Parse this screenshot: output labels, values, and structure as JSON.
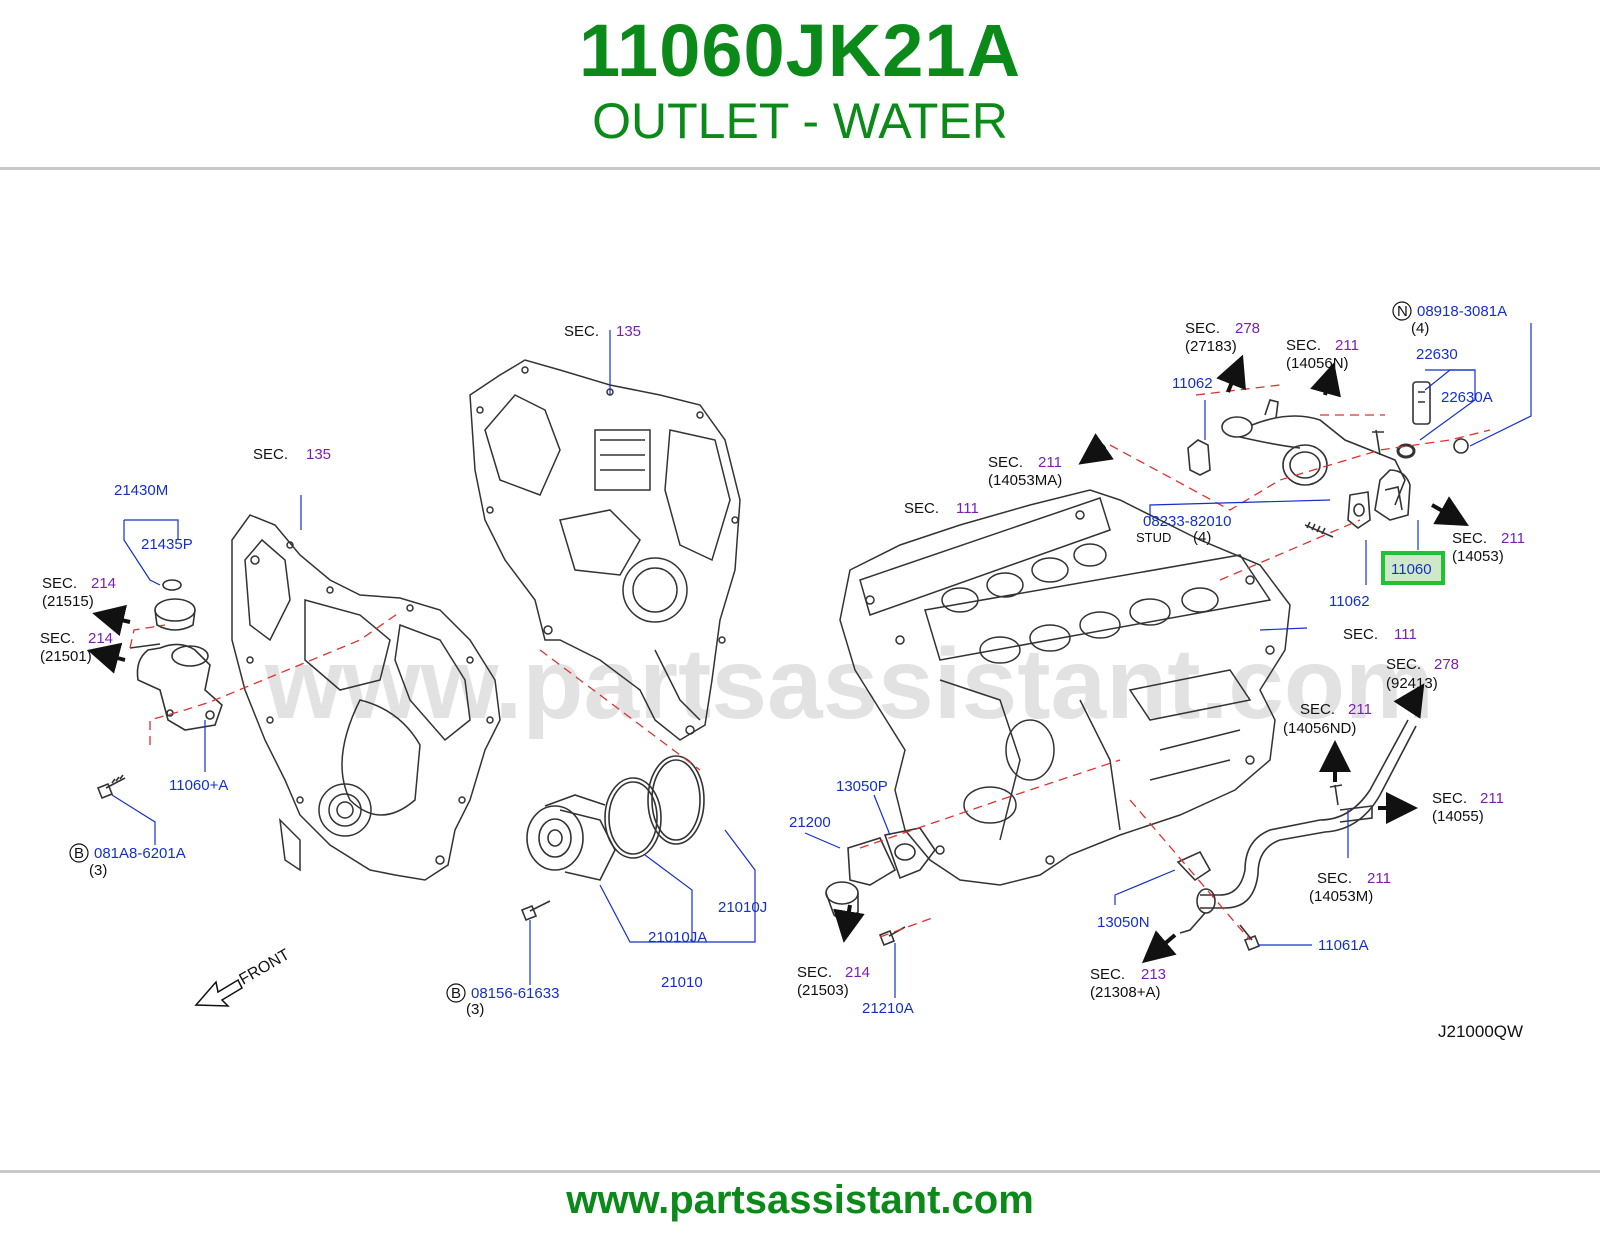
{
  "header": {
    "part_number": "11060JK21A",
    "description": "OUTLET - WATER"
  },
  "footer": {
    "url": "www.partsassistant.com"
  },
  "watermark": "www.partsassistant.com",
  "colors": {
    "title_green": "#0b8a1a",
    "part_blue": "#1530c8",
    "sec_purple": "#7a1fb3",
    "highlight_green": "#22c033",
    "leader_red": "#e03030"
  },
  "diagram": {
    "code": "J21000QW",
    "front_label": "FRONT",
    "sec_word": "SEC.",
    "stud_word": "STUD",
    "circle_b": "B",
    "circle_n": "N",
    "highlight": "11060",
    "parts": {
      "p21430m": "21430M",
      "p21435p": "21435P",
      "p11060a": "11060+A",
      "p081a8": "081A8-6201A",
      "p081a8_qty": "(3)",
      "p08156": "08156-61633",
      "p08156_qty": "(3)",
      "p21010j": "21010J",
      "p21010ja": "21010JA",
      "p21010": "21010",
      "p13050p": "13050P",
      "p21200": "21200",
      "p21210a": "21210A",
      "p13050n": "13050N",
      "p11061a": "11061A",
      "p11062a": "11062",
      "p11062b": "11062",
      "p08233": "08233-82010",
      "p08233_qty": "(4)",
      "p08918": "08918-3081A",
      "p08918_qty": "(4)",
      "p22630": "22630",
      "p22630a": "22630A"
    },
    "secs": {
      "s135a": {
        "num": "135"
      },
      "s135b": {
        "num": "135"
      },
      "s214a": {
        "num": "214",
        "ref": "(21515)"
      },
      "s214b": {
        "num": "214",
        "ref": "(21501)"
      },
      "s214c": {
        "num": "214",
        "ref": "(21503)"
      },
      "s111a": {
        "num": "111"
      },
      "s111b": {
        "num": "111"
      },
      "s278a": {
        "num": "278",
        "ref": "(27183)"
      },
      "s278b": {
        "num": "278",
        "ref": "(92413)"
      },
      "s211a": {
        "num": "211",
        "ref": "(14056N)"
      },
      "s211b": {
        "num": "211",
        "ref": "(14053MA)"
      },
      "s211c": {
        "num": "211",
        "ref": "(14053)"
      },
      "s211d": {
        "num": "211",
        "ref": "(14056ND)"
      },
      "s211e": {
        "num": "211",
        "ref": "(14055)"
      },
      "s211f": {
        "num": "211",
        "ref": "(14053M)"
      },
      "s213": {
        "num": "213",
        "ref": "(21308+A)"
      }
    }
  }
}
